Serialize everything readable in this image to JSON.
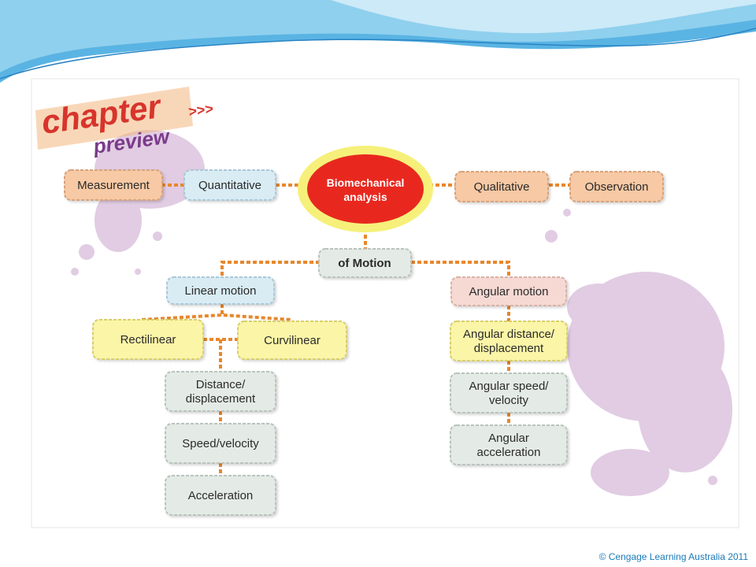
{
  "chapter_preview": {
    "word1": "chapter",
    "word2": "preview",
    "arrows": ">>>"
  },
  "center": {
    "line1": "Biomechanical",
    "line2": "analysis"
  },
  "nodes": {
    "measurement": "Measurement",
    "quantitative": "Quantitative",
    "qualitative": "Qualitative",
    "observation": "Observation",
    "of_motion": "of Motion",
    "linear_motion": "Linear motion",
    "angular_motion": "Angular motion",
    "rectilinear": "Rectilinear",
    "curvilinear": "Curvilinear",
    "distance_1": "Distance/",
    "distance_2": "displacement",
    "speed_velocity": "Speed/velocity",
    "acceleration": "Acceleration",
    "ang_distance_1": "Angular distance/",
    "ang_distance_2": "displacement",
    "ang_speed_1": "Angular speed/",
    "ang_speed_2": "velocity",
    "ang_accel_1": "Angular",
    "ang_accel_2": "acceleration"
  },
  "footer": {
    "copyright": "© Cengage Learning Australia 2011"
  },
  "colors": {
    "orange_box": "#f7c9a4",
    "blue_box": "#d9ecf4",
    "yellow_box": "#fbf5a8",
    "gray_box": "#e4ebe6",
    "pink_box": "#f6d9d3",
    "connector": "#e8872c",
    "center_red": "#e8281f",
    "center_ring": "#f6f07a",
    "splash": "#dcc4df",
    "header_blue": "#3d9bd5"
  }
}
